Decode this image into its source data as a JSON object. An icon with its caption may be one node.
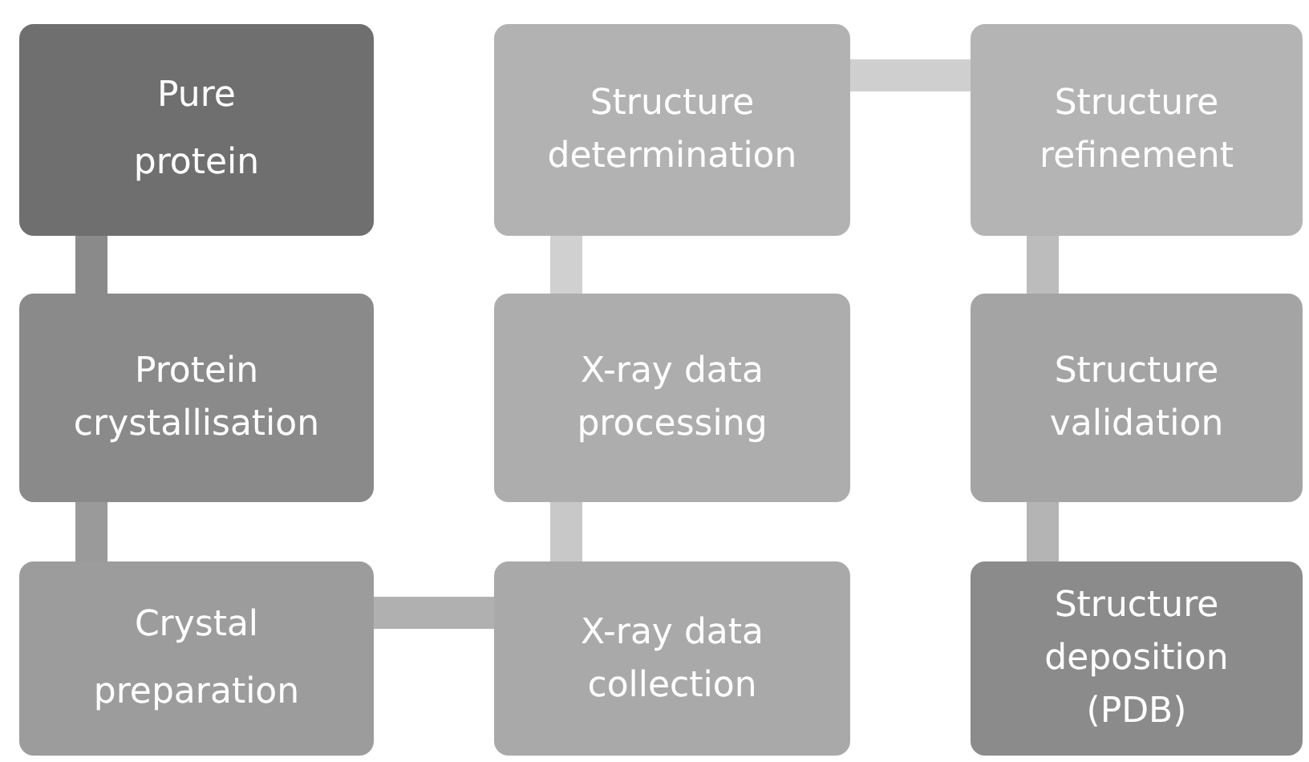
{
  "diagram": {
    "nodes": [
      {
        "text": [
          "Pure protein"
        ]
      },
      {
        "text": [
          "Protein crystallisation"
        ]
      },
      {
        "text": [
          "Crystal preparation"
        ]
      },
      {
        "text": [
          "X-ray data collection"
        ]
      },
      {
        "text": [
          "X-ray data processing"
        ]
      },
      {
        "text": [
          "Structure determination"
        ]
      },
      {
        "text": [
          "Structure refinement"
        ]
      },
      {
        "text": [
          "Structure validation"
        ]
      },
      {
        "text": [
          "Structure deposition (PDB)"
        ]
      }
    ],
    "edges": [
      {
        "from": 0,
        "to": 1,
        "arrow": "none"
      },
      {
        "from": 1,
        "to": 2,
        "arrow": "none"
      },
      {
        "from": 2,
        "to": 3,
        "arrow": "none"
      },
      {
        "from": 3,
        "to": 4,
        "arrow": "none"
      },
      {
        "from": 4,
        "to": 5,
        "arrow": "none"
      },
      {
        "from": 5,
        "to": 6,
        "arrow": "none"
      },
      {
        "from": 6,
        "to": 7,
        "arrow": "none"
      },
      {
        "from": 7,
        "to": 8,
        "arrow": "none"
      }
    ]
  }
}
